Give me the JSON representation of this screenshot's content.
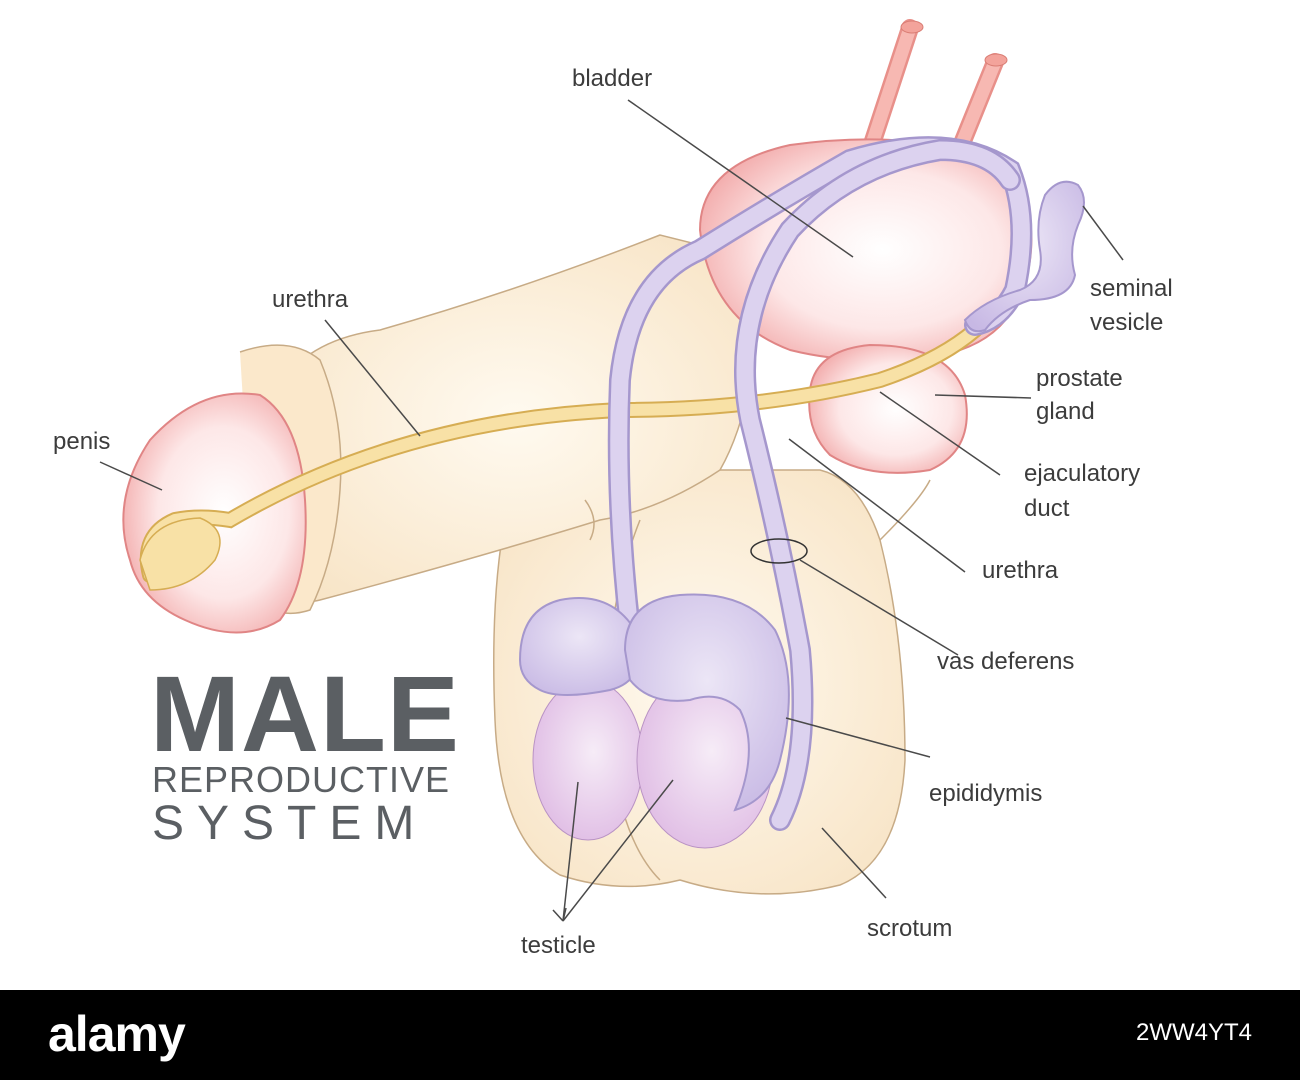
{
  "title": {
    "main": "MALE",
    "line2": "REPRODUCTIVE",
    "line3": "SYSTEM"
  },
  "labels": {
    "bladder": "bladder",
    "seminal_vesicle_1": "seminal",
    "seminal_vesicle_2": "vesicle",
    "urethra_top": "urethra",
    "penis": "penis",
    "prostate_1": "prostate",
    "prostate_2": "gland",
    "ejaculatory_1": "ejaculatory",
    "ejaculatory_2": "duct",
    "urethra_right": "urethra",
    "vas_deferens": "vas deferens",
    "epididymis": "epididymis",
    "testicle": "testicle",
    "scrotum": "scrotum"
  },
  "footer": {
    "logo": "alamy",
    "image_id": "2WW4YT4"
  },
  "colors": {
    "skin": "#fbead0",
    "skin_edge": "#cbb08c",
    "bladder_fill": "#fbd3d3",
    "bladder_edge": "#e08585",
    "vas_fill": "#d8cdec",
    "vas_edge": "#a898cf",
    "urethra_fill": "#f7dc9c",
    "urethra_edge": "#d8b25a",
    "testis_fill": "#ecd6ef",
    "ureter": "#f2a5a0",
    "title": "#5b5f63",
    "label": "#3c3c3c"
  }
}
